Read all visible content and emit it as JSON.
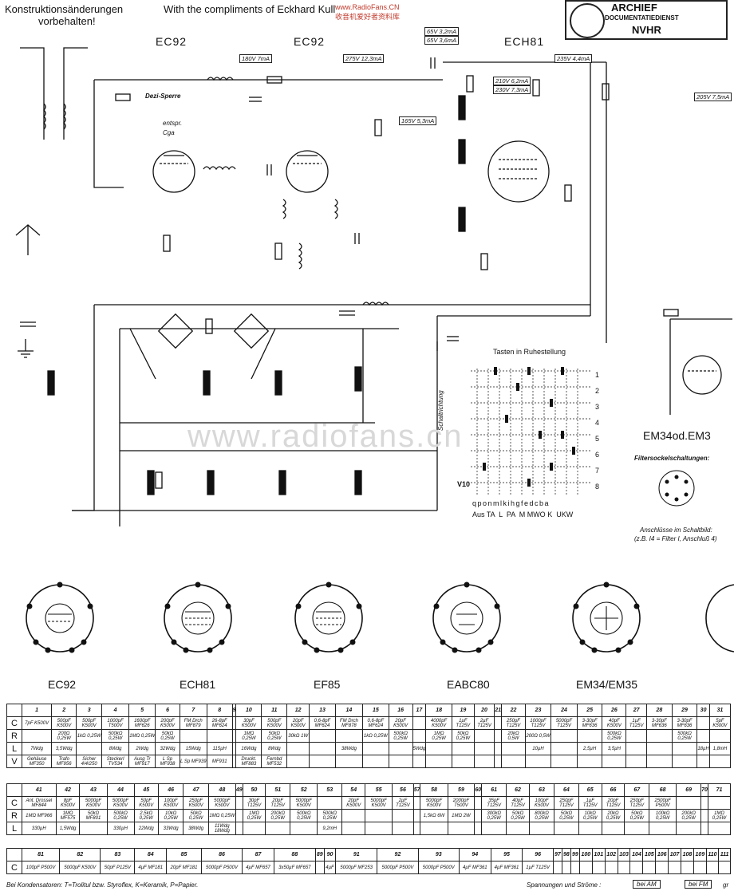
{
  "header": {
    "line1": "Konstruktionsänderungen",
    "line2": "vorbehalten!",
    "compliments": "With the compliments of Eckhard Kull",
    "watermark_small": "收音机爱好者资料库",
    "watermark_small_url": "www.RadioFans.CN"
  },
  "stamp": {
    "title": "ARCHIEF",
    "subtitle": "DOCUMENTATIEDIENST",
    "org": "NVHR"
  },
  "watermark": "www.radiofans.cn",
  "tubes_top": [
    "EC92",
    "EC92",
    "ECH81"
  ],
  "currents": [
    "180V 7mA",
    "275V 12,3mA",
    "165V 5,3mA",
    "65V 3,2mA",
    "65V 3,6mA",
    "235V 4,4mA",
    "210V 6,2mA",
    "230V 7,3mA",
    "205V 7,5mA"
  ],
  "labels": {
    "dezi": "Dezi-Sperre",
    "entspr": "entspr.",
    "cga": "Cga",
    "schaltrichtung": "Schaltrichtung",
    "v10": "V10",
    "em": "EM34od.EM3",
    "filter_title": "Filtersockelschaltungen:",
    "filter_note1": "Anschlüsse im Schaltbild:",
    "filter_note2": "(z.B. I4 = Filter I, Anschluß 4)"
  },
  "tasten": {
    "title": "Tasten in Ruhestellung",
    "letters": "q p o n m l k i h g f e d c b a",
    "names": "Aus TA  L  PA  M MWO K  UKW",
    "rows": [
      "1",
      "2",
      "3",
      "4",
      "5",
      "6",
      "7",
      "8"
    ]
  },
  "sockets": [
    "EC92",
    "ECH81",
    "EF85",
    "EABC80",
    "EM34/EM35"
  ],
  "table1": {
    "nums": [
      "1",
      "2",
      "3",
      "4",
      "5",
      "6",
      "7",
      "8",
      "9",
      "10",
      "11",
      "12",
      "13",
      "14",
      "15",
      "16",
      "17",
      "18",
      "19",
      "20",
      "21",
      "22",
      "23",
      "24",
      "25",
      "26",
      "27",
      "28",
      "29",
      "30",
      "31"
    ],
    "C": [
      "7pF K500V",
      "500pF K500V",
      "500pF K500V",
      "1000pF T500V",
      "1600pF MF626",
      "200pF K500V",
      "FM Drch MF879",
      "26-8pF MF624",
      "",
      "30pF K500V",
      "500pF K500V",
      "20pF K500V",
      "0,6-8pF MF624",
      "FM Drch MF878",
      "0,6-8pF MF624",
      "20pF K500V",
      "",
      "4000pF K500V",
      "1µF T125V",
      "2µF T125V",
      "",
      "250pF T125V",
      "1000pF T125V",
      "5000pF T125V",
      "3-30pF MF636",
      "40pF K500V",
      "1µF T125V",
      "3-30pF MF636",
      "3-30pF MF636",
      "",
      "5pF K500V"
    ],
    "R": [
      "",
      "200Ω 0,25W",
      "1kΩ 0,25W",
      "500kΩ 0,25W",
      "1MΩ 0,25W",
      "50kΩ 0,25W",
      "",
      "",
      "",
      "1MΩ 0,25W",
      "50kΩ 0,25W",
      "30kΩ 1W",
      "",
      "",
      "1kΩ 0,25W",
      "500kΩ 0,25W",
      "",
      "1MΩ 0,25W",
      "50kΩ 0,25W",
      "",
      "",
      "20kΩ 0,5W",
      "200Ω 0,5W",
      "",
      "",
      "500kΩ 0,25W",
      "",
      "",
      "500kΩ 0,25W",
      "",
      ""
    ],
    "L": [
      "7Wdg",
      "3,5Wdg",
      "",
      "8Wdg",
      "2Wdg",
      "32Wdg",
      "15Wdg",
      "115µH",
      "",
      "16Wdg",
      "8Wdg",
      "",
      "",
      "38Wdg",
      "",
      "",
      "5Wdg",
      "",
      "",
      "",
      "",
      "",
      "10µH",
      "",
      "2,5µH",
      "3,5µH",
      "",
      "",
      "",
      "18µH",
      "1,8mH"
    ],
    "V": [
      "Gehäuse MF350",
      "Trafo MF956",
      "Sicher 4/4/250",
      "Steckerl TV534",
      "Ausg Tr MF917",
      "L Sp MF938",
      "L Sp MF939",
      "MF931",
      "",
      "Druckt. MF883",
      "Fernbd MF532",
      "",
      "",
      "",
      "",
      "",
      "",
      "",
      "",
      "",
      "",
      "",
      "",
      "",
      "",
      "",
      "",
      "",
      "",
      "",
      ""
    ]
  },
  "table2": {
    "nums": [
      "41",
      "42",
      "43",
      "44",
      "45",
      "46",
      "47",
      "48",
      "49",
      "50",
      "51",
      "52",
      "53",
      "54",
      "55",
      "56",
      "57",
      "58",
      "59",
      "60",
      "61",
      "62",
      "63",
      "64",
      "65",
      "66",
      "67",
      "68",
      "69",
      "70",
      "71"
    ],
    "C": [
      "Ant. Drossel MF844",
      "8pF K500V",
      "5000pF K500V",
      "5000pF K500V",
      "50pF K500V",
      "100pF K500V",
      "250pF K500V",
      "5000pF K500V",
      "",
      "30pF T125V",
      "20pF T125V",
      "5000pF K500V",
      "",
      "20pF K500V",
      "5000pF K500V",
      "2µF T125V",
      "",
      "5000pF K500V",
      "2000pF T500V",
      "",
      "35pF T125V",
      "40pF T125V",
      "100pF K500V",
      "250pF T125V",
      "1µF T125V",
      "20pF T125V",
      "250pF T125V",
      "2500pF P500V",
      "",
      "",
      ""
    ],
    "R": [
      "1MΩ MF966",
      "1MΩ MF575",
      "50kΩ MF801",
      "500kΩ 0,25W",
      "2,5kΩ 0,25W",
      "10kΩ 0,25W",
      "50kΩ 0,25W",
      "1MΩ 0,25W",
      "",
      "1MΩ 0,25W",
      "200kΩ 0,25W",
      "500kΩ 0,25W",
      "500kΩ 0,25W",
      "",
      "",
      "",
      "",
      "1,5kΩ 6W",
      "1MΩ 2W",
      "",
      "300kΩ 0,25W",
      "50kΩ 0,25W",
      "800kΩ 0,25W",
      "50kΩ 0,25W",
      "10kΩ 0,25W",
      "20kΩ 0,25W",
      "50kΩ 0,25W",
      "100kΩ 0,25W",
      "200kΩ 0,25W",
      "",
      "1MΩ 0,25W"
    ],
    "L": [
      "330µH",
      "1,5Wdg",
      "",
      "330µH",
      "22Wdg",
      "33Wdg",
      "38Wdg",
      "11Wdg 18Wdg",
      "",
      "",
      "",
      "",
      "9,2mH",
      "",
      "",
      "",
      "",
      "",
      "",
      "",
      "",
      "",
      "",
      "",
      "",
      "",
      "",
      "",
      "",
      "",
      ""
    ]
  },
  "table3": {
    "nums": [
      "81",
      "82",
      "83",
      "84",
      "85",
      "86",
      "87",
      "88",
      "89",
      "90",
      "91",
      "92",
      "93",
      "94",
      "95",
      "96",
      "97",
      "98",
      "99",
      "100",
      "101",
      "102",
      "103",
      "104",
      "105",
      "106",
      "107",
      "108",
      "109",
      "110",
      "111"
    ],
    "C": [
      "100pF P500V",
      "5000pF K500V",
      "50pF P125V",
      "4µF MF181",
      "20pF MF181",
      "5000pF P500V",
      "4µF MF657",
      "3x50µF MF657",
      "",
      "4µF",
      "5000pF MF253",
      "5000pF P500V",
      "5000pF P500V",
      "4µF MF361",
      "4µF MF361",
      "1µF T125V",
      "",
      "",
      "",
      "",
      "",
      "",
      "",
      "",
      "",
      "",
      "",
      "",
      "",
      "",
      ""
    ]
  },
  "footer": {
    "legend": "Bei Kondensatoren: T=Trolitul bzw. Styroflex, K=Keramik, P=Papier.",
    "volts": "Spannungen und Ströme :",
    "am": "bei AM",
    "fm": "bei FM",
    "fm_suffix": "gr"
  },
  "row_labels": {
    "C": "C",
    "R": "R",
    "L": "L",
    "V": "V"
  }
}
